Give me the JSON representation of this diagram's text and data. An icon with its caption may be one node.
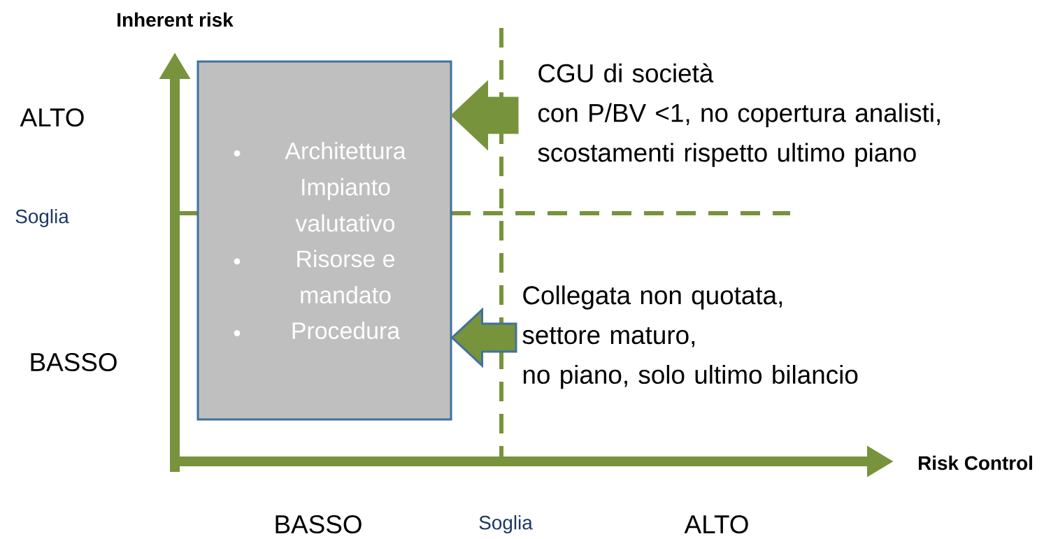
{
  "diagram": {
    "nodes": [
      {
        "text": [
          "Architettura Impianto valutativo",
          "Risorse e mandato",
          "Procedura"
        ]
      },
      {
        "text": [
          "CGU di società",
          "con P/BV <1, no copertura analisti, scostamenti rispetto ultimo piano"
        ]
      },
      {
        "text": [
          "Collegata non quotata,",
          "settore maturo,",
          "no piano, solo ultimo bilancio"
        ]
      }
    ],
    "edges": [
      {
        "from": 1,
        "to": 0,
        "arrow": "to"
      },
      {
        "from": 2,
        "to": 0,
        "arrow": "to",
        "color": "#41719c"
      }
    ],
    "labels": [
      "Inherent risk",
      "ALTO",
      "Soglia",
      "BASSO",
      "Risk  Control",
      "BASSO",
      "Soglia",
      "ALTO"
    ]
  }
}
